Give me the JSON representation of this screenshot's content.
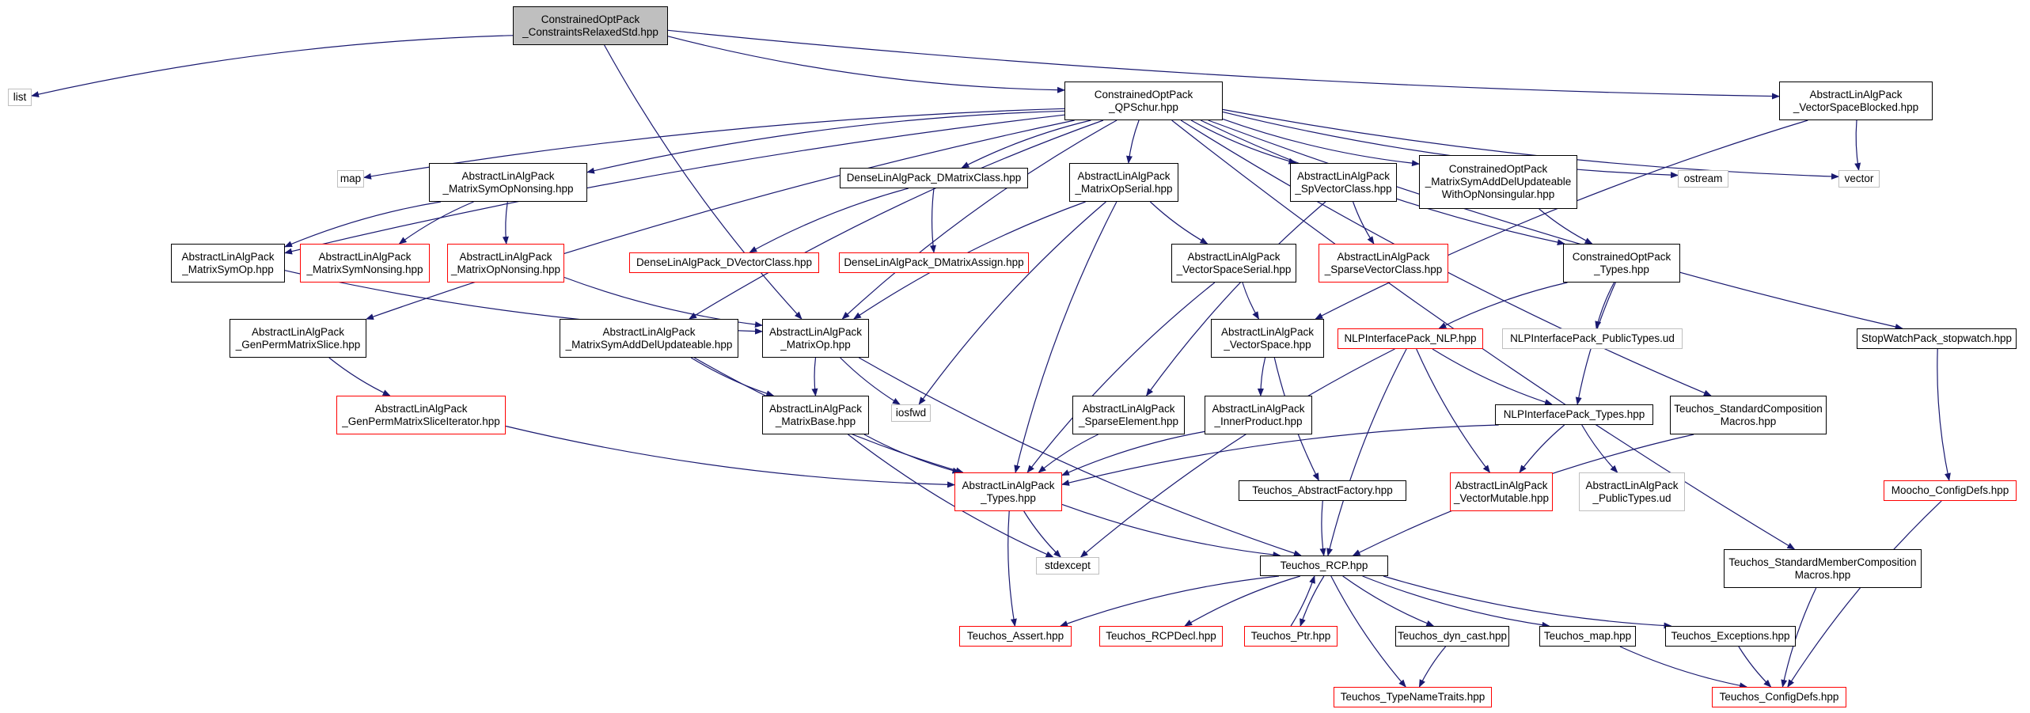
{
  "colors": {
    "edge": "#191970",
    "normal_border": "#000000",
    "missing_border": "#ff0000",
    "external_border": "#bfbfbf",
    "root_fill": "#bfbfbf"
  },
  "nodes": [
    {
      "id": "root",
      "label": "ConstrainedOptPack\n_ConstraintsRelaxedStd.hpp",
      "kind": "root"
    },
    {
      "id": "list",
      "label": "list",
      "kind": "external"
    },
    {
      "id": "qpschur",
      "label": "ConstrainedOptPack\n_QPSchur.hpp",
      "kind": "normal"
    },
    {
      "id": "vsblocked",
      "label": "AbstractLinAlgPack\n_VectorSpaceBlocked.hpp",
      "kind": "normal"
    },
    {
      "id": "map",
      "label": "map",
      "kind": "external"
    },
    {
      "id": "msymopnons",
      "label": "AbstractLinAlgPack\n_MatrixSymOpNonsing.hpp",
      "kind": "normal"
    },
    {
      "id": "dmatrixclass",
      "label": "DenseLinAlgPack_DMatrixClass.hpp",
      "kind": "normal"
    },
    {
      "id": "mopserial",
      "label": "AbstractLinAlgPack\n_MatrixOpSerial.hpp",
      "kind": "normal"
    },
    {
      "id": "spvectorclass",
      "label": "AbstractLinAlgPack\n_SpVectorClass.hpp",
      "kind": "normal"
    },
    {
      "id": "msymadddelnons",
      "label": "ConstrainedOptPack\n_MatrixSymAddDelUpdateable\nWithOpNonsingular.hpp",
      "kind": "normal"
    },
    {
      "id": "ostream",
      "label": "ostream",
      "kind": "external"
    },
    {
      "id": "vector",
      "label": "vector",
      "kind": "external"
    },
    {
      "id": "msymop",
      "label": "AbstractLinAlgPack\n_MatrixSymOp.hpp",
      "kind": "normal"
    },
    {
      "id": "msymnonsing",
      "label": "AbstractLinAlgPack\n_MatrixSymNonsing.hpp",
      "kind": "missing"
    },
    {
      "id": "mopnonsing",
      "label": "AbstractLinAlgPack\n_MatrixOpNonsing.hpp",
      "kind": "missing"
    },
    {
      "id": "dvectorclass",
      "label": "DenseLinAlgPack_DVectorClass.hpp",
      "kind": "missing"
    },
    {
      "id": "dmatrixassign",
      "label": "DenseLinAlgPack_DMatrixAssign.hpp",
      "kind": "missing"
    },
    {
      "id": "vsserial",
      "label": "AbstractLinAlgPack\n_VectorSpaceSerial.hpp",
      "kind": "normal"
    },
    {
      "id": "sparsevectorclass",
      "label": "AbstractLinAlgPack\n_SparseVectorClass.hpp",
      "kind": "missing"
    },
    {
      "id": "cop_types",
      "label": "ConstrainedOptPack\n_Types.hpp",
      "kind": "normal"
    },
    {
      "id": "genperm",
      "label": "AbstractLinAlgPack\n_GenPermMatrixSlice.hpp",
      "kind": "normal"
    },
    {
      "id": "msymadddel",
      "label": "AbstractLinAlgPack\n_MatrixSymAddDelUpdateable.hpp",
      "kind": "normal"
    },
    {
      "id": "mop",
      "label": "AbstractLinAlgPack\n_MatrixOp.hpp",
      "kind": "normal"
    },
    {
      "id": "vspace",
      "label": "AbstractLinAlgPack\n_VectorSpace.hpp",
      "kind": "normal"
    },
    {
      "id": "nlp",
      "label": "NLPInterfacePack_NLP.hpp",
      "kind": "missing"
    },
    {
      "id": "nlp_pubtypes",
      "label": "NLPInterfacePack_PublicTypes.ud",
      "kind": "external"
    },
    {
      "id": "stopwatch",
      "label": "StopWatchPack_stopwatch.hpp",
      "kind": "normal"
    },
    {
      "id": "genpermiter",
      "label": "AbstractLinAlgPack\n_GenPermMatrixSliceIterator.hpp",
      "kind": "missing"
    },
    {
      "id": "mbase",
      "label": "AbstractLinAlgPack\n_MatrixBase.hpp",
      "kind": "normal"
    },
    {
      "id": "iosfwd",
      "label": "iosfwd",
      "kind": "external"
    },
    {
      "id": "sparseelement",
      "label": "AbstractLinAlgPack\n_SparseElement.hpp",
      "kind": "normal"
    },
    {
      "id": "innerproduct",
      "label": "AbstractLinAlgPack\n_InnerProduct.hpp",
      "kind": "normal"
    },
    {
      "id": "nlp_types",
      "label": "NLPInterfacePack_Types.hpp",
      "kind": "normal"
    },
    {
      "id": "stdcomp",
      "label": "Teuchos_StandardComposition\nMacros.hpp",
      "kind": "normal"
    },
    {
      "id": "alap_types",
      "label": "AbstractLinAlgPack\n_Types.hpp",
      "kind": "missing"
    },
    {
      "id": "absfactory",
      "label": "Teuchos_AbstractFactory.hpp",
      "kind": "normal"
    },
    {
      "id": "vecmutable",
      "label": "AbstractLinAlgPack\n_VectorMutable.hpp",
      "kind": "missing"
    },
    {
      "id": "alap_pubtypes",
      "label": "AbstractLinAlgPack\n_PublicTypes.ud",
      "kind": "external"
    },
    {
      "id": "moocho_cfg",
      "label": "Moocho_ConfigDefs.hpp",
      "kind": "missing"
    },
    {
      "id": "stdexcept",
      "label": "stdexcept",
      "kind": "external"
    },
    {
      "id": "rcp",
      "label": "Teuchos_RCP.hpp",
      "kind": "normal"
    },
    {
      "id": "stdmembercomp",
      "label": "Teuchos_StandardMemberComposition\nMacros.hpp",
      "kind": "normal"
    },
    {
      "id": "assert",
      "label": "Teuchos_Assert.hpp",
      "kind": "missing"
    },
    {
      "id": "rcpdecl",
      "label": "Teuchos_RCPDecl.hpp",
      "kind": "missing"
    },
    {
      "id": "ptr",
      "label": "Teuchos_Ptr.hpp",
      "kind": "missing"
    },
    {
      "id": "dyncast",
      "label": "Teuchos_dyn_cast.hpp",
      "kind": "normal"
    },
    {
      "id": "tmap",
      "label": "Teuchos_map.hpp",
      "kind": "normal"
    },
    {
      "id": "exceptions",
      "label": "Teuchos_Exceptions.hpp",
      "kind": "normal"
    },
    {
      "id": "typenametraits",
      "label": "Teuchos_TypeNameTraits.hpp",
      "kind": "missing"
    },
    {
      "id": "configdefs",
      "label": "Teuchos_ConfigDefs.hpp",
      "kind": "missing"
    }
  ],
  "edges": [
    [
      "root",
      "list"
    ],
    [
      "root",
      "qpschur"
    ],
    [
      "root",
      "vsblocked"
    ],
    [
      "root",
      "mop"
    ],
    [
      "qpschur",
      "map"
    ],
    [
      "qpschur",
      "msymopnons"
    ],
    [
      "qpschur",
      "dmatrixclass"
    ],
    [
      "qpschur",
      "mopserial"
    ],
    [
      "qpschur",
      "spvectorclass"
    ],
    [
      "qpschur",
      "msymadddelnons"
    ],
    [
      "qpschur",
      "cop_types"
    ],
    [
      "qpschur",
      "ostream"
    ],
    [
      "qpschur",
      "vector"
    ],
    [
      "qpschur",
      "stdcomp"
    ],
    [
      "qpschur",
      "stdmembercomp"
    ],
    [
      "qpschur",
      "stopwatch"
    ],
    [
      "qpschur",
      "msymop"
    ],
    [
      "qpschur",
      "genperm"
    ],
    [
      "qpschur",
      "msymadddel"
    ],
    [
      "qpschur",
      "mop"
    ],
    [
      "vsblocked",
      "vector"
    ],
    [
      "vsblocked",
      "vspace"
    ],
    [
      "msymopnons",
      "msymop"
    ],
    [
      "msymopnons",
      "msymnonsing"
    ],
    [
      "msymopnons",
      "mopnonsing"
    ],
    [
      "msymop",
      "mop"
    ],
    [
      "mopnonsing",
      "mop"
    ],
    [
      "dmatrixclass",
      "dvectorclass"
    ],
    [
      "dmatrixclass",
      "dmatrixassign"
    ],
    [
      "mopserial",
      "vsserial"
    ],
    [
      "mopserial",
      "mop"
    ],
    [
      "mopserial",
      "iosfwd"
    ],
    [
      "mopserial",
      "alap_types"
    ],
    [
      "spvectorclass",
      "sparsevectorclass"
    ],
    [
      "spvectorclass",
      "sparseelement"
    ],
    [
      "msymadddelnons",
      "cop_types"
    ],
    [
      "vsserial",
      "vspace"
    ],
    [
      "vsserial",
      "alap_types"
    ],
    [
      "cop_types",
      "nlp"
    ],
    [
      "cop_types",
      "nlp_pubtypes"
    ],
    [
      "cop_types",
      "nlp_types"
    ],
    [
      "genperm",
      "genpermiter"
    ],
    [
      "genpermiter",
      "alap_types"
    ],
    [
      "msymadddel",
      "mbase"
    ],
    [
      "msymadddel",
      "alap_types"
    ],
    [
      "mop",
      "mbase"
    ],
    [
      "mop",
      "iosfwd"
    ],
    [
      "mop",
      "rcp"
    ],
    [
      "mbase",
      "alap_types"
    ],
    [
      "mbase",
      "stdexcept"
    ],
    [
      "vspace",
      "innerproduct"
    ],
    [
      "vspace",
      "absfactory"
    ],
    [
      "nlp",
      "nlp_types"
    ],
    [
      "nlp",
      "vecmutable"
    ],
    [
      "nlp",
      "rcp"
    ],
    [
      "nlp",
      "stdexcept"
    ],
    [
      "nlp_types",
      "alap_types"
    ],
    [
      "nlp_types",
      "vecmutable"
    ],
    [
      "nlp_types",
      "alap_pubtypes"
    ],
    [
      "sparseelement",
      "alap_types"
    ],
    [
      "innerproduct",
      "alap_types"
    ],
    [
      "stdcomp",
      "rcp"
    ],
    [
      "absfactory",
      "rcp"
    ],
    [
      "stopwatch",
      "moocho_cfg"
    ],
    [
      "moocho_cfg",
      "configdefs"
    ],
    [
      "alap_types",
      "stdexcept"
    ],
    [
      "alap_types",
      "rcp"
    ],
    [
      "alap_types",
      "assert"
    ],
    [
      "rcp",
      "assert"
    ],
    [
      "rcp",
      "rcpdecl"
    ],
    [
      "rcp",
      "ptr"
    ],
    [
      "ptr",
      "rcp"
    ],
    [
      "rcp",
      "dyncast"
    ],
    [
      "rcp",
      "tmap"
    ],
    [
      "rcp",
      "exceptions"
    ],
    [
      "rcp",
      "typenametraits"
    ],
    [
      "dyncast",
      "typenametraits"
    ],
    [
      "tmap",
      "configdefs"
    ],
    [
      "exceptions",
      "configdefs"
    ],
    [
      "stdmembercomp",
      "configdefs"
    ]
  ]
}
